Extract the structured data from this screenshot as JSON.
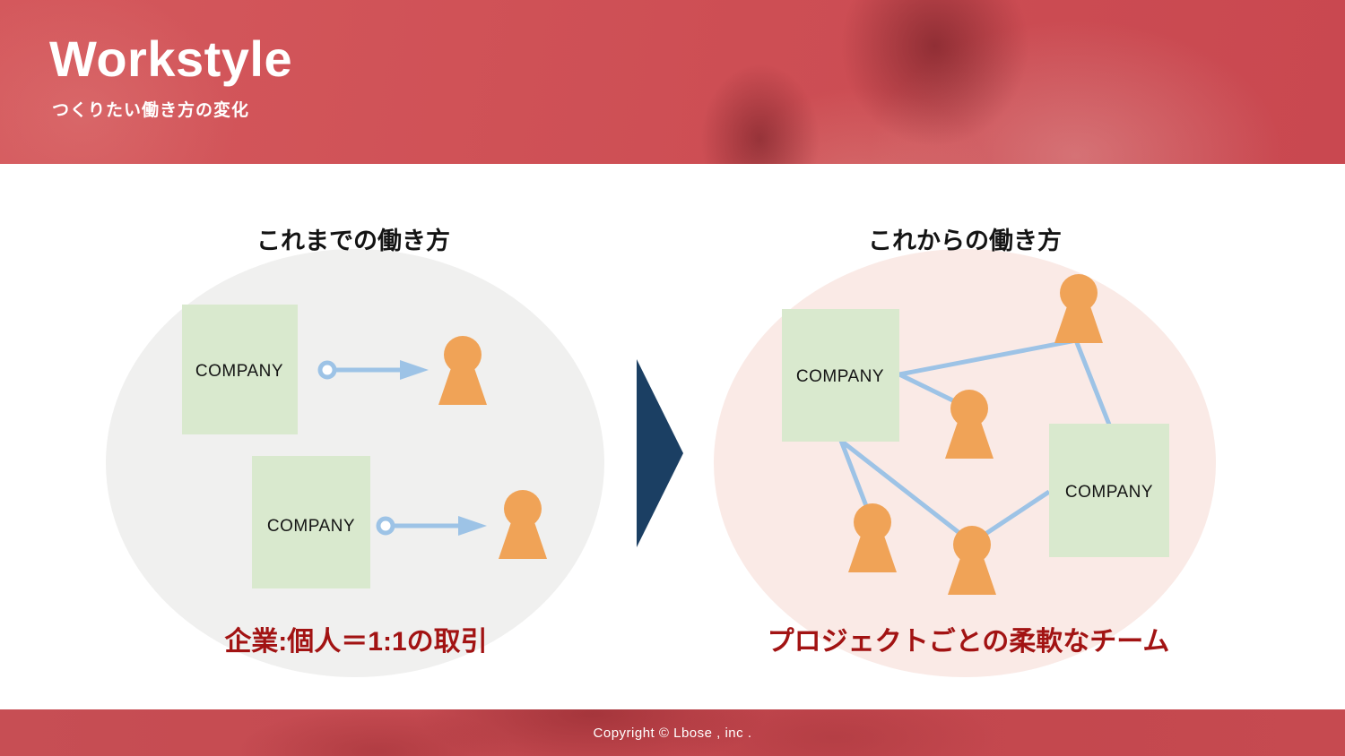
{
  "slide": {
    "title": "Workstyle",
    "subtitle": "つくりたい働き方の変化",
    "footer": "Copyright © Lbose , inc ."
  },
  "panels": {
    "before": {
      "title": "これまでの働き方",
      "caption": "企業:個人＝1:1の取引",
      "company_label": "COMPANY"
    },
    "after": {
      "title": "これからの働き方",
      "caption": "プロジェクトごとの柔軟なチーム",
      "company_label": "COMPANY"
    }
  },
  "colors": {
    "header_red": "#cf5156",
    "caption_red": "#a21313",
    "company_green": "#d9e9ce",
    "person_orange": "#f0a357",
    "connector_blue": "#9dc3e6",
    "transition_navy": "#1b3f63",
    "before_ellipse_gray": "#f0f0ef",
    "after_ellipse_pink": "#faeae6"
  }
}
